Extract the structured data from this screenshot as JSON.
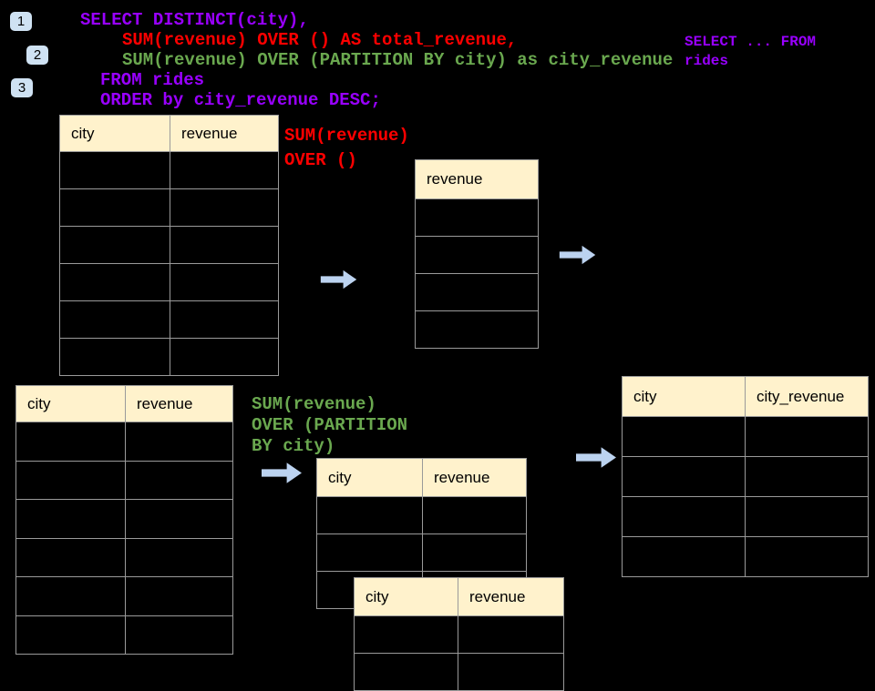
{
  "badges": [
    {
      "label": "1"
    },
    {
      "label": "2"
    },
    {
      "label": "3"
    }
  ],
  "sql": {
    "lines": [
      {
        "text": "SELECT DISTINCT(city),",
        "color": "#9900FF"
      },
      {
        "text": "SUM(revenue) OVER () AS total_revenue,",
        "color": "#FF0000"
      },
      {
        "text": "SUM(revenue) OVER (PARTITION BY city) as city_revenue",
        "color": "#6AA84F"
      },
      {
        "text": "FROM rides",
        "color": "#9900FF"
      },
      {
        "text": "ORDER by city_revenue DESC;",
        "color": "#9900FF"
      }
    ]
  },
  "annotations": {
    "from_clause": {
      "text": "SELECT ... FROM\nrides",
      "color": "#9900FF"
    },
    "total_revenue": {
      "text": "SUM(revenue)\nOVER ()",
      "color": "#FF0000"
    },
    "partition": {
      "text": "SUM(revenue)\nOVER (PARTITION\nBY city)",
      "color": "#6AA84F"
    }
  },
  "tables": {
    "rides_top": {
      "columns": [
        "city",
        "revenue"
      ],
      "rows": 6
    },
    "total_revenue_out": {
      "columns": [
        "revenue"
      ],
      "rows": 4
    },
    "rides_bottom": {
      "columns": [
        "city",
        "revenue"
      ],
      "rows": 6
    },
    "partition_mid": {
      "columns": [
        "city",
        "revenue"
      ],
      "rows": 3
    },
    "partition_overlay": {
      "columns": [
        "city",
        "revenue"
      ],
      "rows": 2
    },
    "city_revenue_out": {
      "columns": [
        "city",
        "city_revenue"
      ],
      "rows": 4
    }
  },
  "colors": {
    "background": "#000000",
    "table_header_bg": "#FFF2CC",
    "table_border": "#9A9A9A",
    "badge_bg": "#CFE2F3",
    "arrow": "#BCD3F0",
    "sql_purple": "#9900FF",
    "sql_red": "#FF0000",
    "sql_green": "#6AA84F"
  }
}
